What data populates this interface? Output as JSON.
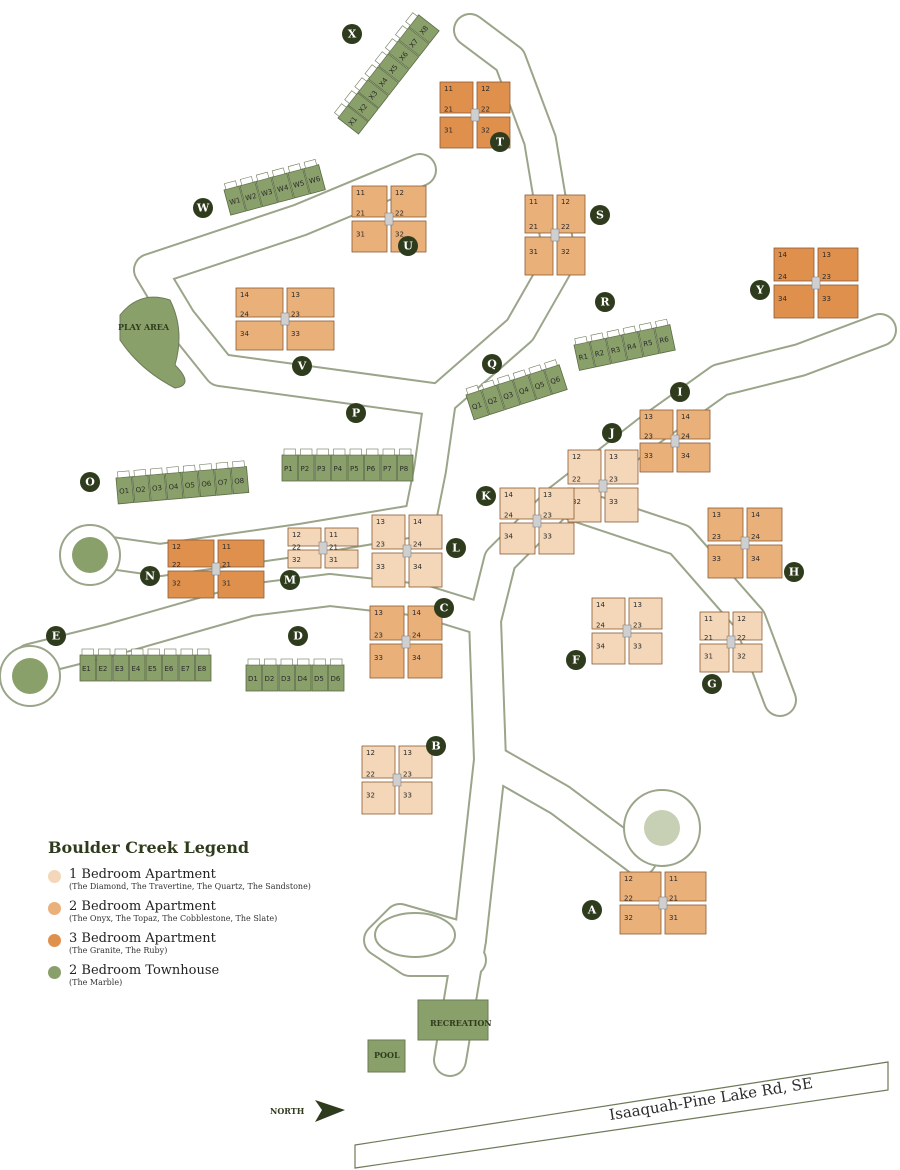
{
  "colors": {
    "one_bed": "#f3d7b8",
    "two_bed": "#eab07a",
    "three_bed": "#e0904d",
    "townhouse": "#8aa06a",
    "road_edge": "#9aa58a",
    "badge": "#2f3b1d"
  },
  "legend": {
    "title": "Boulder Creek Legend",
    "items": [
      {
        "label": "1 Bedroom Apartment",
        "sub": "(The Diamond, The Travertine, The Quartz, The Sandstone)",
        "color_key": "one_bed"
      },
      {
        "label": "2 Bedroom Apartment",
        "sub": "(The Onyx, The Topaz, The Cobblestone, The Slate)",
        "color_key": "two_bed"
      },
      {
        "label": "3 Bedroom Apartment",
        "sub": "(The Granite, The Ruby)",
        "color_key": "three_bed"
      },
      {
        "label": "2 Bedroom Townhouse",
        "sub": "(The Marble)",
        "color_key": "townhouse"
      }
    ]
  },
  "labels": {
    "play_area": "PLAY AREA",
    "recreation": "RECREATION",
    "pool": "POOL",
    "north": "NORTH",
    "road": "Isaaquah-Pine Lake Rd, SE"
  },
  "townhouse_rows": [
    {
      "id": "X",
      "units": [
        "X1",
        "X2",
        "X3",
        "X4",
        "X5",
        "X6",
        "X7",
        "X8"
      ]
    },
    {
      "id": "W",
      "units": [
        "W1",
        "W2",
        "W3",
        "W4",
        "W5",
        "W6"
      ]
    },
    {
      "id": "R",
      "units": [
        "R1",
        "R2",
        "R3",
        "R4",
        "R5",
        "R6"
      ]
    },
    {
      "id": "Q",
      "units": [
        "Q1",
        "Q2",
        "Q3",
        "Q4",
        "Q5",
        "Q6"
      ]
    },
    {
      "id": "P",
      "units": [
        "P1",
        "P2",
        "P3",
        "P4",
        "P5",
        "P6",
        "P7",
        "P8"
      ]
    },
    {
      "id": "O",
      "units": [
        "O1",
        "O2",
        "O3",
        "O4",
        "O5",
        "O6",
        "O7",
        "O8"
      ]
    },
    {
      "id": "E",
      "units": [
        "E1",
        "E2",
        "E3",
        "E4",
        "E5",
        "E6",
        "E7",
        "E8"
      ]
    },
    {
      "id": "D",
      "units": [
        "D1",
        "D2",
        "D3",
        "D4",
        "D5",
        "D6"
      ]
    }
  ],
  "apartment_buildings": [
    {
      "id": "T",
      "type": "three_bed",
      "units": [
        "11",
        "21",
        "31",
        "12",
        "22",
        "32"
      ]
    },
    {
      "id": "U",
      "type": "two_bed",
      "units": [
        "11",
        "21",
        "31",
        "12",
        "22",
        "32"
      ]
    },
    {
      "id": "S",
      "type": "two_bed",
      "units": [
        "11",
        "21",
        "31",
        "12",
        "22",
        "32"
      ]
    },
    {
      "id": "V",
      "type": "two_bed",
      "units": [
        "14",
        "24",
        "34",
        "13",
        "23",
        "33"
      ]
    },
    {
      "id": "Y",
      "type": "three_bed",
      "units": [
        "14",
        "24",
        "34",
        "13",
        "23",
        "33"
      ]
    },
    {
      "id": "I",
      "type": "two_bed",
      "units": [
        "13",
        "23",
        "33",
        "14",
        "24",
        "34"
      ]
    },
    {
      "id": "J",
      "type": "one_bed",
      "units": [
        "12",
        "22",
        "32",
        "13",
        "23",
        "33"
      ]
    },
    {
      "id": "K",
      "type": "one_bed",
      "units": [
        "14",
        "24",
        "34",
        "13",
        "23",
        "33"
      ]
    },
    {
      "id": "H",
      "type": "two_bed",
      "units": [
        "13",
        "23",
        "33",
        "14",
        "24",
        "34"
      ]
    },
    {
      "id": "N",
      "type": "three_bed",
      "units": [
        "12",
        "22",
        "32",
        "11",
        "21",
        "31"
      ]
    },
    {
      "id": "M",
      "type": "one_bed",
      "units": [
        "12",
        "22",
        "32",
        "11",
        "21",
        "31"
      ]
    },
    {
      "id": "L",
      "type": "one_bed",
      "units": [
        "13",
        "23",
        "33",
        "14",
        "24",
        "34"
      ]
    },
    {
      "id": "C",
      "type": "two_bed",
      "units": [
        "13",
        "23",
        "33",
        "14",
        "24",
        "34"
      ]
    },
    {
      "id": "F",
      "type": "one_bed",
      "units": [
        "14",
        "24",
        "34",
        "13",
        "23",
        "33"
      ]
    },
    {
      "id": "G",
      "type": "one_bed",
      "units": [
        "11",
        "21",
        "31",
        "12",
        "22",
        "32"
      ]
    },
    {
      "id": "B",
      "type": "one_bed",
      "units": [
        "12",
        "22",
        "32",
        "13",
        "23",
        "33"
      ]
    },
    {
      "id": "A",
      "type": "two_bed",
      "units": [
        "12",
        "22",
        "32",
        "11",
        "21",
        "31"
      ]
    }
  ]
}
